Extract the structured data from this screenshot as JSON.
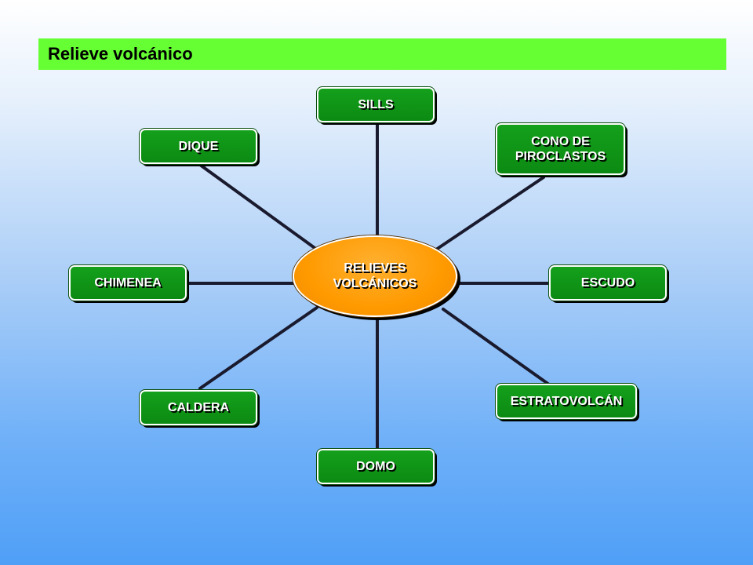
{
  "title": "Relieve volcánico",
  "center": {
    "label": "RELIEVES\nVOLCÁNICOS"
  },
  "nodes": {
    "sills": "SILLS",
    "dique": "DIQUE",
    "cono": "CONO DE\nPIROCLASTOS",
    "chimenea": "CHIMENEA",
    "escudo": "ESCUDO",
    "caldera": "CALDERA",
    "estratovolcan": "ESTRATOVOLCÁN",
    "domo": "DOMO"
  },
  "colors": {
    "title_bar": "#66ff33",
    "node_fill": "#109618",
    "center_fill": "#ff9a00",
    "connector": "#1a1a2e"
  }
}
